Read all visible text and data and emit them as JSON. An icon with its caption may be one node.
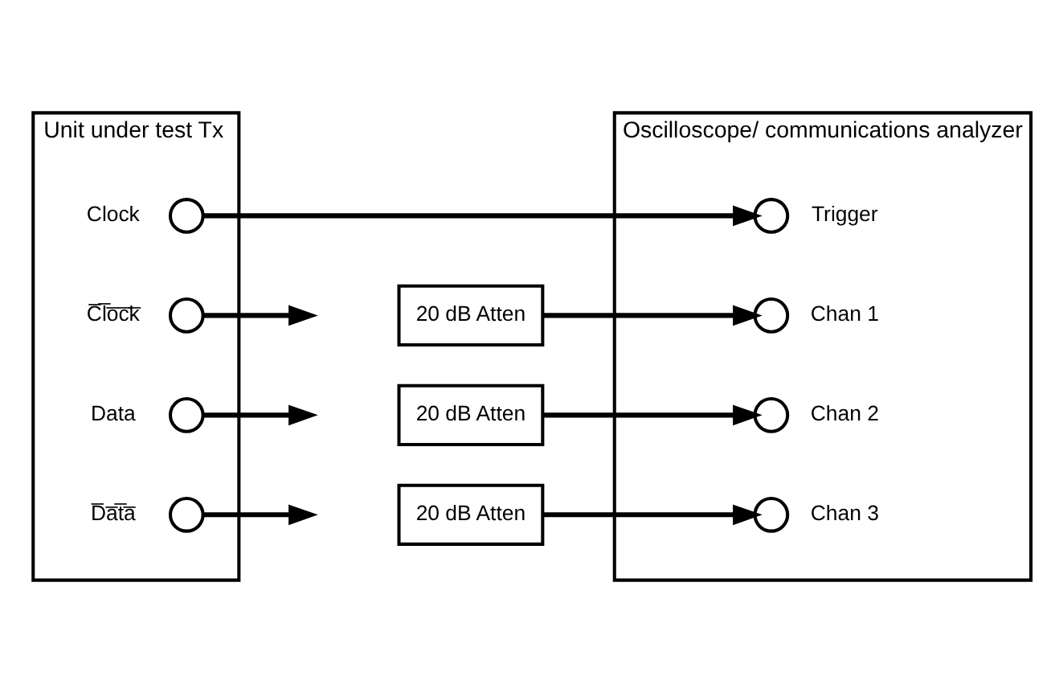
{
  "diagram": {
    "nodes": [
      {
        "text": [
          "Unit under test Tx"
        ]
      },
      {
        "text": [],
        "shape": "circle",
        "beside": [
          "Clock"
        ],
        "in": 0
      },
      {
        "text": [],
        "shape": "circle",
        "beside": [
          "C̅l̅o̅c̅k̅"
        ],
        "in": 0
      },
      {
        "text": [],
        "shape": "circle",
        "beside": [
          "Data"
        ],
        "in": 0
      },
      {
        "text": [],
        "shape": "circle",
        "beside": [
          "D̅a̅t̅a̅"
        ],
        "in": 0
      },
      {
        "text": [
          "Oscilloscope/ communications analyzer"
        ]
      },
      {
        "text": [],
        "shape": "circle",
        "beside": [
          "Trigger"
        ],
        "in": 5
      },
      {
        "text": [],
        "shape": "circle",
        "beside": [
          "Chan 1"
        ],
        "in": 5
      },
      {
        "text": [],
        "shape": "circle",
        "beside": [
          "Chan 2"
        ],
        "in": 5
      },
      {
        "text": [],
        "shape": "circle",
        "beside": [
          "Chan 3"
        ],
        "in": 5
      },
      {
        "text": [
          "20 dB Atten"
        ]
      },
      {
        "text": [
          "20 dB Atten"
        ]
      },
      {
        "text": [
          "20 dB Atten"
        ]
      }
    ],
    "edges": [
      {
        "from": 1,
        "to": 6,
        "arrow": "to"
      },
      {
        "from": 2,
        "to": null,
        "arrow": "to"
      },
      {
        "from": 3,
        "to": null,
        "arrow": "to"
      },
      {
        "from": 4,
        "to": null,
        "arrow": "to"
      },
      {
        "from": 10,
        "to": 7,
        "arrow": "to"
      },
      {
        "from": 11,
        "to": 8,
        "arrow": "to"
      },
      {
        "from": 12,
        "to": 9,
        "arrow": "to"
      }
    ]
  }
}
